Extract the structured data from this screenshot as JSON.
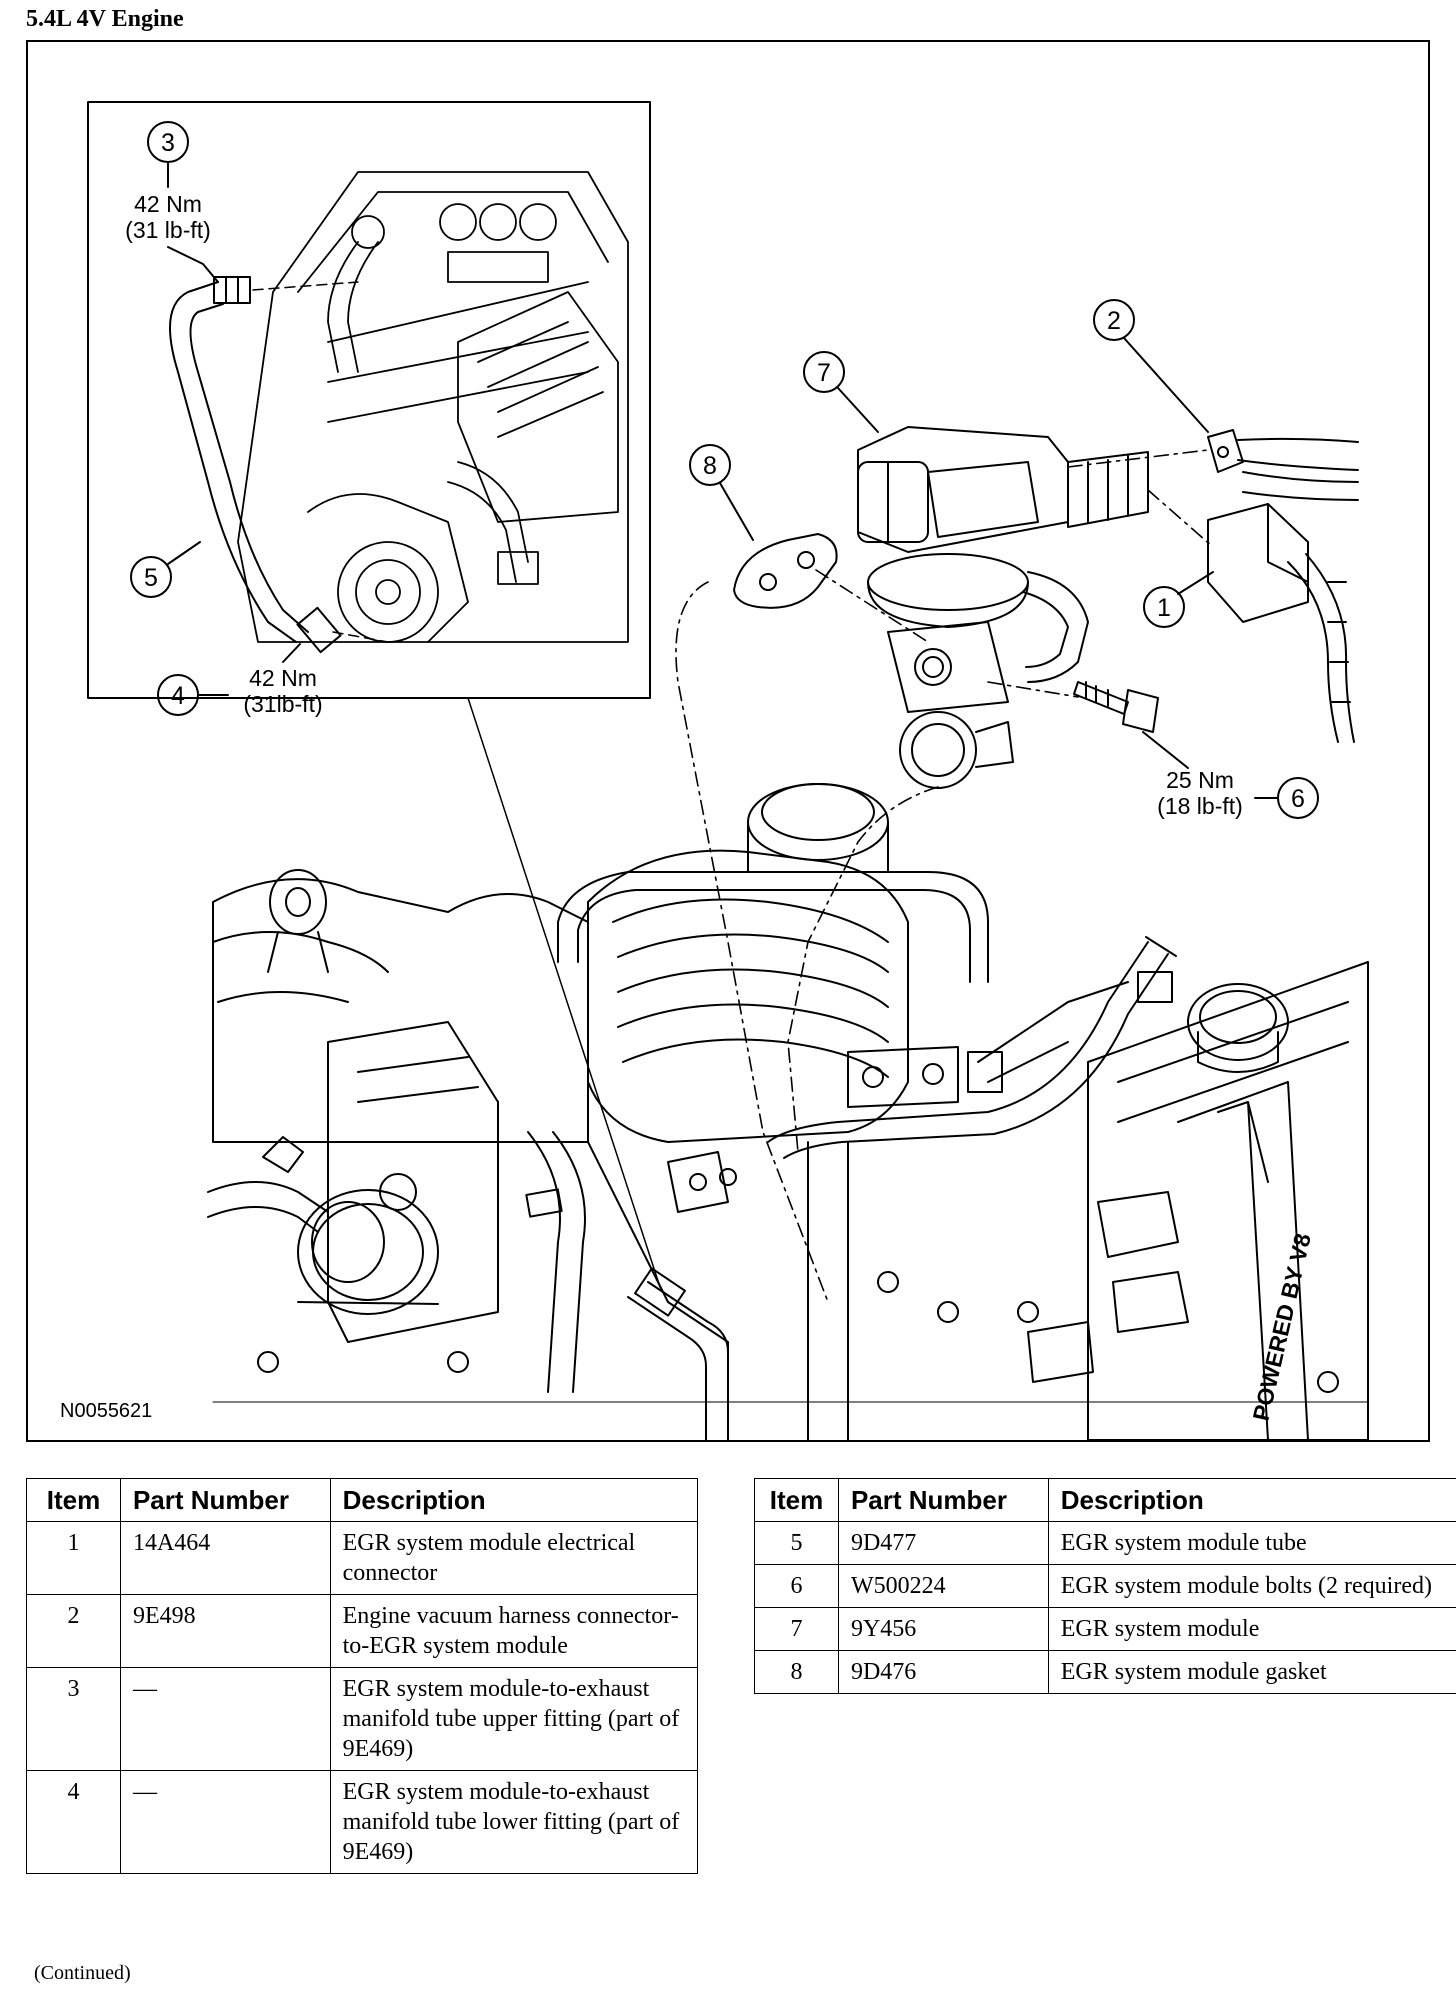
{
  "page": {
    "title": "5.4L 4V Engine",
    "figure_id": "N0055621",
    "footer": "(Continued)"
  },
  "callouts": [
    {
      "num": "1"
    },
    {
      "num": "2"
    },
    {
      "num": "3",
      "torque_nm": "42 Nm",
      "torque_lbft": "(31 lb-ft)"
    },
    {
      "num": "4",
      "torque_nm": "42 Nm",
      "torque_lbft": "(31lb-ft)"
    },
    {
      "num": "5"
    },
    {
      "num": "6",
      "torque_nm": "25 Nm",
      "torque_lbft": "(18 lb-ft)"
    },
    {
      "num": "7"
    },
    {
      "num": "8"
    }
  ],
  "engine_cover_text": "POWERED BY V8",
  "table": {
    "headers": {
      "item": "Item",
      "part": "Part Number",
      "desc": "Description"
    },
    "rows": [
      {
        "item": "1",
        "part": "14A464",
        "desc": "EGR system module electrical connector"
      },
      {
        "item": "2",
        "part": "9E498",
        "desc": "Engine vacuum harness connector-to-EGR system module"
      },
      {
        "item": "3",
        "part": "—",
        "desc": "EGR system module-to-exhaust manifold tube upper fitting (part of 9E469)"
      },
      {
        "item": "4",
        "part": "—",
        "desc": "EGR system module-to-exhaust manifold tube lower fitting (part of 9E469)"
      },
      {
        "item": "5",
        "part": "9D477",
        "desc": "EGR system module tube"
      },
      {
        "item": "6",
        "part": "W500224",
        "desc": "EGR system module bolts (2 required)"
      },
      {
        "item": "7",
        "part": "9Y456",
        "desc": "EGR system module"
      },
      {
        "item": "8",
        "part": "9D476",
        "desc": "EGR system module gasket"
      }
    ]
  }
}
